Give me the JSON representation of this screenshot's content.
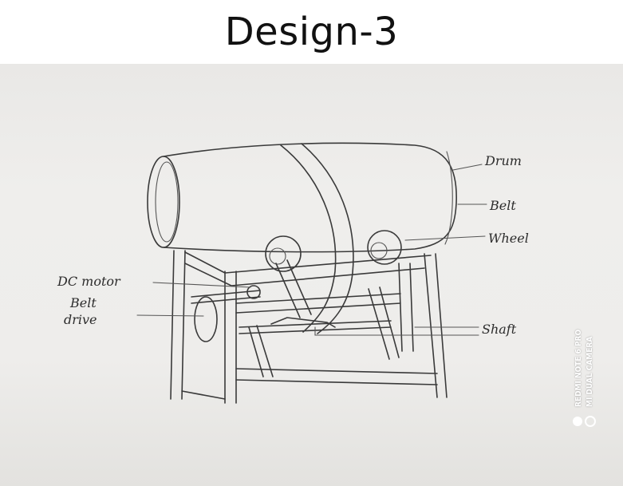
{
  "title": "Design-3",
  "labels": {
    "drum": "Drum",
    "belt": "Belt",
    "wheel": "Wheel",
    "dc_motor": "DC motor",
    "belt_drive_line1": "Belt",
    "belt_drive_line2": "drive",
    "shaft": "Shaft"
  },
  "watermark": {
    "line1": "REDMI NOTE 6 PRO",
    "line2": "MI DUAL CAMERA"
  }
}
